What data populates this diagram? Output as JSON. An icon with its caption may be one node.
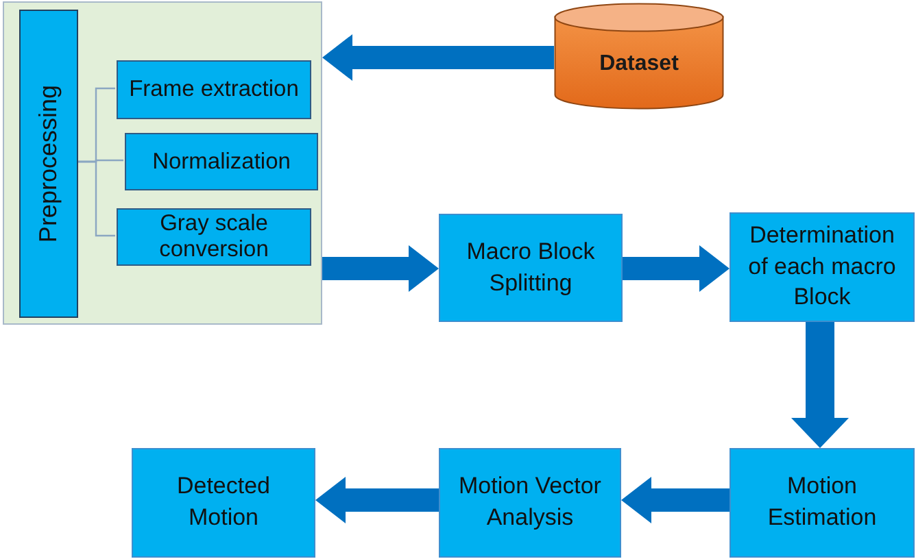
{
  "diagram": {
    "nodes": [
      {
        "text": [],
        "shape": "box"
      },
      {
        "text": [
          "Preprocessing"
        ],
        "in": 0
      },
      {
        "text": [
          "Frame extraction"
        ],
        "in": 0
      },
      {
        "text": [
          "Normalization"
        ],
        "in": 0
      },
      {
        "text": [
          "Gray scale conversion"
        ],
        "in": 0
      },
      {
        "text": [
          "Dataset"
        ]
      },
      {
        "text": [
          "Macro Block Splitting"
        ]
      },
      {
        "text": [
          "Determination of each macro Block"
        ]
      },
      {
        "text": [
          "Motion Estimation"
        ]
      },
      {
        "text": [
          "Motion Vector Analysis"
        ]
      },
      {
        "text": [
          "Detected Motion"
        ]
      }
    ],
    "edges": [
      {
        "from": 5,
        "to": 0,
        "arrow": "to",
        "style": "thick"
      },
      {
        "from": 1,
        "to": 2,
        "arrow": "none",
        "color": "#8ba7c2"
      },
      {
        "from": 1,
        "to": 3,
        "arrow": "none",
        "color": "#8ba7c2"
      },
      {
        "from": 1,
        "to": 4,
        "arrow": "none",
        "color": "#8ba7c2"
      },
      {
        "from": 0,
        "to": 6,
        "arrow": "to",
        "style": "thick"
      },
      {
        "from": 6,
        "to": 7,
        "arrow": "to",
        "style": "thick"
      },
      {
        "from": 7,
        "to": 8,
        "arrow": "to",
        "style": "thick"
      },
      {
        "from": 8,
        "to": 9,
        "arrow": "to",
        "style": "thick"
      },
      {
        "from": 9,
        "to": 10,
        "arrow": "to",
        "style": "thick"
      }
    ]
  }
}
